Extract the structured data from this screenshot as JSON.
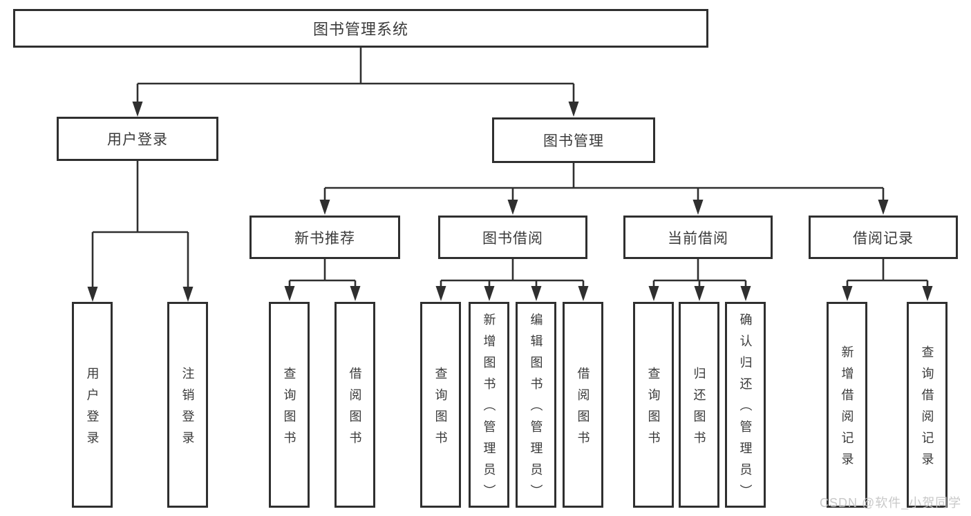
{
  "diagram": {
    "root": {
      "label": "图书管理系统"
    },
    "branches": [
      {
        "label": "用户登录",
        "children": [
          {
            "label": "用户登录"
          },
          {
            "label": "注销登录"
          }
        ]
      },
      {
        "label": "图书管理",
        "sections": [
          {
            "label": "新书推荐",
            "children": [
              {
                "label": "查询图书"
              },
              {
                "label": "借阅图书"
              }
            ]
          },
          {
            "label": "图书借阅",
            "children": [
              {
                "label": "查询图书"
              },
              {
                "label": "新增图书（管理员）"
              },
              {
                "label": "编辑图书（管理员）"
              },
              {
                "label": "借阅图书"
              }
            ]
          },
          {
            "label": "当前借阅",
            "children": [
              {
                "label": "查询图书"
              },
              {
                "label": "归还图书"
              },
              {
                "label": "确认归还（管理员）"
              }
            ]
          },
          {
            "label": "借阅记录",
            "children": [
              {
                "label": "新增借阅记录"
              },
              {
                "label": "查询借阅记录"
              }
            ]
          }
        ]
      }
    ]
  },
  "watermark": {
    "text": "CSDN @软件_小贺同学"
  },
  "colors": {
    "line": "#2f2f2f",
    "text": "#3a3a3a",
    "background": "#ffffff",
    "watermark": "#c4c4c4"
  }
}
